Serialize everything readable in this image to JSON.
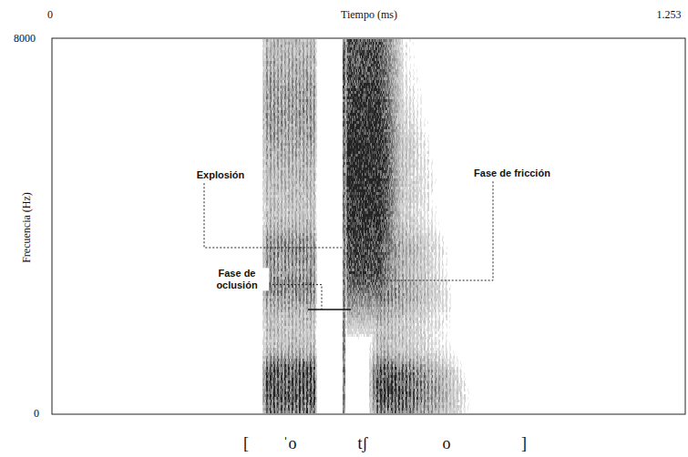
{
  "diagram": {
    "labels": [
      "0",
      "Tiempo (ms)",
      "1.253",
      "8000",
      "Frecuencia (Hz)",
      "0",
      "Explosión",
      "Fase de fricción",
      "Fase de oclusión",
      "[",
      "ˈo",
      "tʃ",
      "o",
      "]"
    ]
  }
}
